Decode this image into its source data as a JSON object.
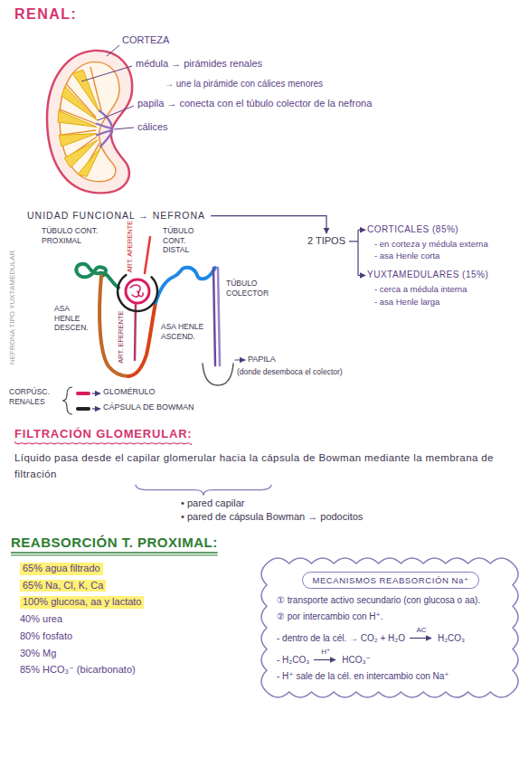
{
  "diagram": {
    "title": "RENAL:",
    "nodes": [
      {
        "text": [
          "① transporte activo secundario (con glucosa o aa).",
          "② por intercambio con H⁺.",
          "- dentro de la cél. → CO₂ + H₂O",
          "AC",
          "H₂CO₃",
          "- H₂CO₃",
          "H⁺",
          "HCO₃⁻",
          "- H⁺ sale de la cél. en intercambio con Na⁺"
        ]
      },
      {
        "text": [
          "MECANISMOS REABSORCIÓN Na⁺"
        ],
        "in": 0
      }
    ],
    "labels": [
      "CORTEZA",
      "médula → pirámides renales",
      "→ une la pirámide con cálices menores",
      "papila → conecta con el túbulo colector de la nefrona",
      "cálices",
      "UNIDAD FUNCIONAL → NEFRONA",
      "2 TIPOS",
      "CORTICALES (85%)",
      "- en corteza y médula externa",
      "- asa Henle corta",
      "YUXTAMEDULARES (15%)",
      "- cerca a médula interna",
      "- asa Henle larga",
      "TÚBULO CONT. PROXIMAL",
      "ART. AFERENTE",
      "TÚBULO CONT. DISTAL",
      "ART. EFERENTE",
      "ASA HENLE DESCEN.",
      "ASA HENLE ASCEND.",
      "TÚBULO COLECTOR",
      "PAPILA",
      "(donde desemboca el colector)",
      "NEFRONA TIPO YUXTAMEDULAR",
      "CORPÚSC. RENALES",
      "FILTRACIÓN GLOMERULAR:",
      "Líquido pasa desde el capilar glomerular hacia la cápsula de Bowman mediante la membrana de filtración",
      "• pared capilar",
      "• pared de cápsula Bowman → podocitos",
      "REABSORCIÓN T. PROXIMAL:",
      "65% agua filtrado",
      "65% Na, Cl, K, Ca",
      "100% glucosa, aa y lactato",
      "40% urea",
      "80% fosfato",
      "30% Mg",
      "85% HCO₃⁻ (bicarbonato)"
    ],
    "legend": [
      {
        "text": "GLOMÉRULO",
        "color": "#d81b60"
      },
      {
        "text": "CÁPSULA DE BOWMAN",
        "color": "#222222"
      }
    ]
  }
}
